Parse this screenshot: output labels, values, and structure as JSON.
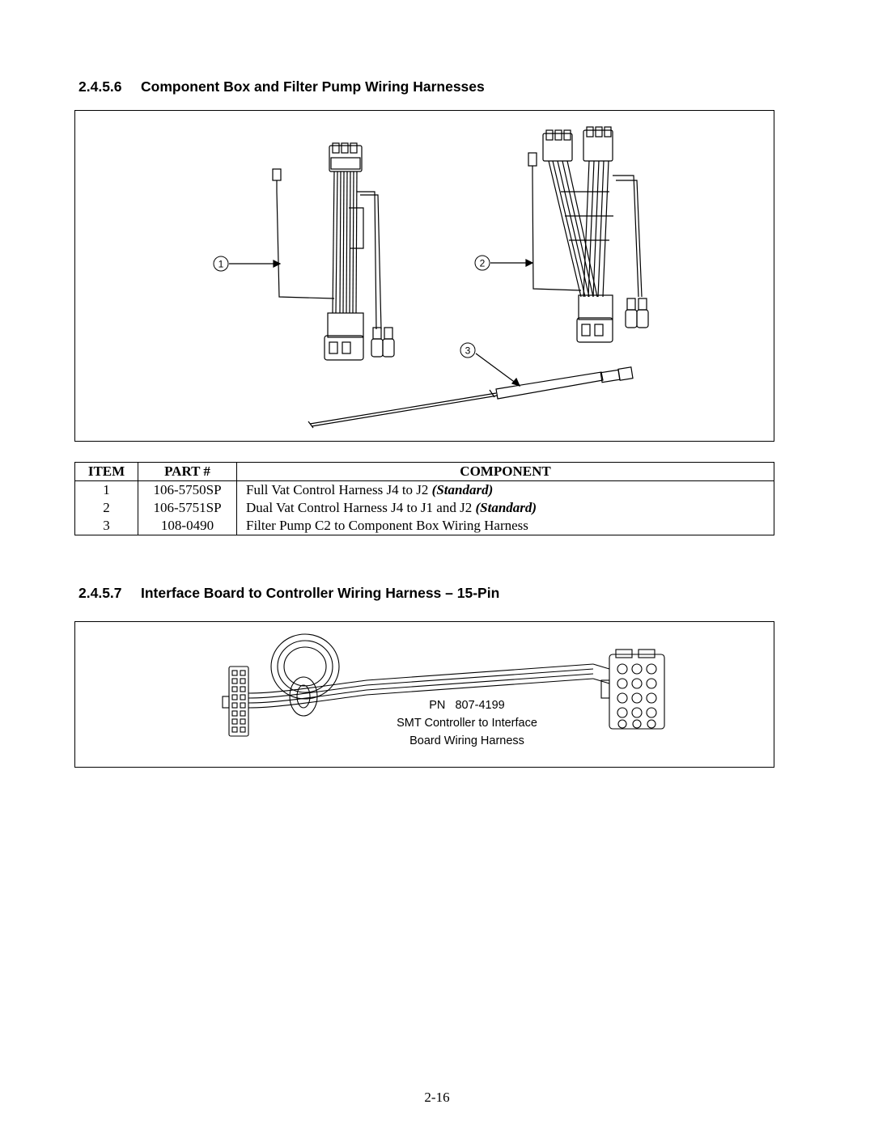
{
  "section_1": {
    "number": "2.4.5.6",
    "title": "Component Box and Filter Pump Wiring Harnesses"
  },
  "figure_1": {
    "callouts": [
      "1",
      "2",
      "3"
    ]
  },
  "parts_table": {
    "headers": {
      "item": "ITEM",
      "part": "PART #",
      "component": "COMPONENT"
    },
    "rows": [
      {
        "item": "1",
        "part": "106-5750SP",
        "component": "Full Vat Control Harness J4 to J2 ",
        "note": "(Standard)"
      },
      {
        "item": "2",
        "part": "106-5751SP",
        "component": "Dual Vat Control Harness J4 to J1 and J2 ",
        "note": "(Standard)"
      },
      {
        "item": "3",
        "part": "108-0490",
        "component": "Filter Pump  C2 to Component Box Wiring Harness",
        "note": ""
      }
    ]
  },
  "section_2": {
    "number": "2.4.5.7",
    "title": "Interface Board to Controller Wiring Harness – 15-Pin"
  },
  "figure_2": {
    "pn_label": "PN   807-4199",
    "desc_line1": "SMT Controller to Interface",
    "desc_line2": "Board Wiring Harness"
  },
  "page_number": "2-16"
}
